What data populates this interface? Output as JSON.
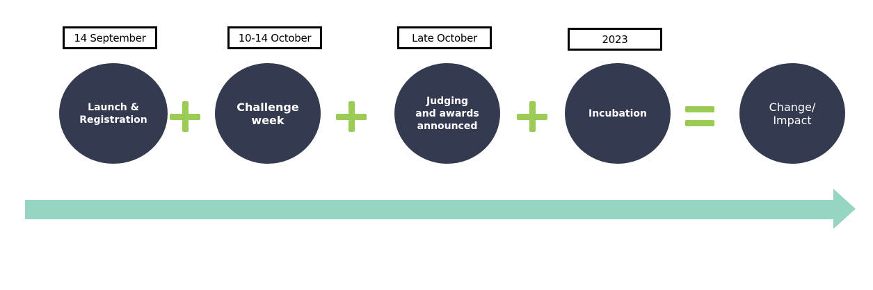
{
  "timeline": {
    "dates": [
      "14 September",
      "10-14 October",
      "Late October",
      "2023"
    ],
    "stages": [
      "Launch &\nRegistration",
      "Challenge\nweek",
      "Judging\nand awards\nannounced",
      "Incubation",
      "Change/\nImpact"
    ],
    "operators": [
      "plus-icon",
      "plus-icon",
      "plus-icon",
      "equals-icon"
    ]
  },
  "colors": {
    "circle": "#343a4f",
    "operator": "#9ccb55",
    "arrow": "#96d4c3",
    "box_border": "#000000"
  }
}
